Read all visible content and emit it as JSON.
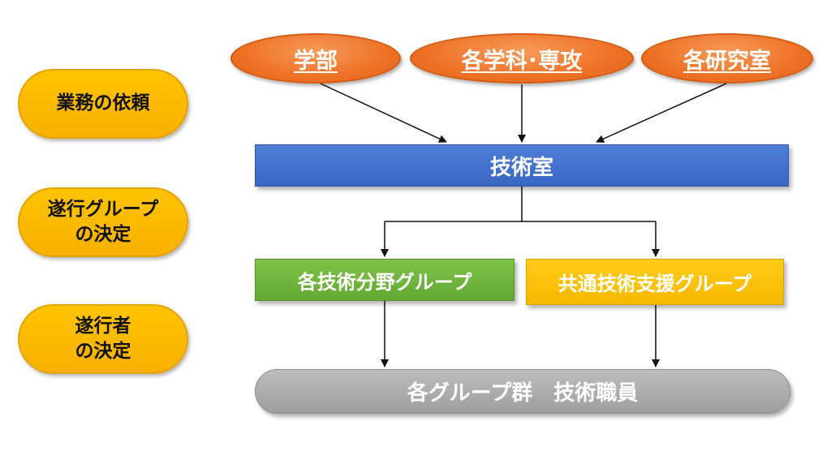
{
  "stages": {
    "request": "業務の依頼",
    "group_decision": "遂行グループ\nの決定",
    "person_decision": "遂行者\nの決定"
  },
  "sources": [
    "学部",
    "各学科･専攻",
    "各研究室"
  ],
  "tech_room": "技術室",
  "groups": {
    "field": "各技術分野グループ",
    "common": "共通技術支援グループ"
  },
  "staff": "各グループ群　技術職員",
  "colors": {
    "stage_fill": "#FFC000",
    "source_fill": "#ED7D31",
    "tech_room_fill": "#4472C4",
    "field_group_fill": "#70AD47",
    "common_group_fill": "#FFC000",
    "staff_fill": "#A5A5A5"
  }
}
